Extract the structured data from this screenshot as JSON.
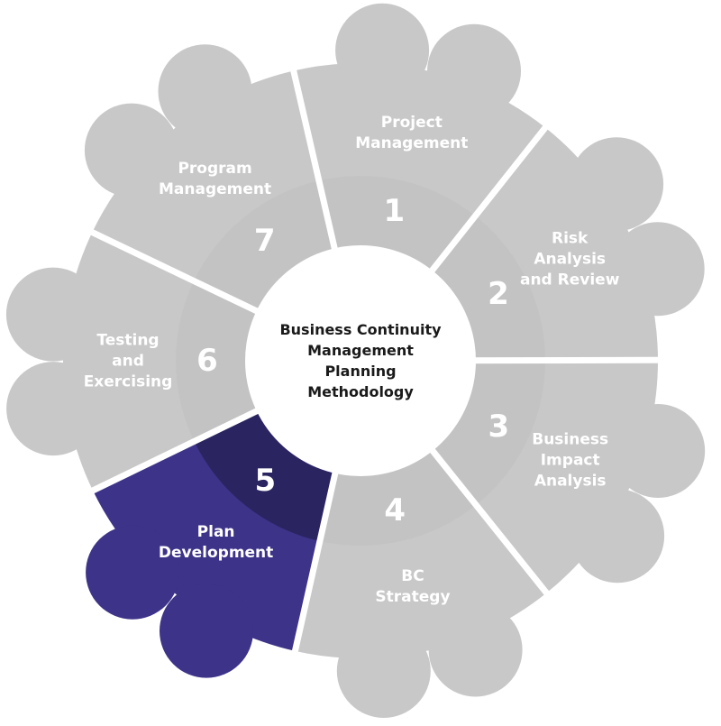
{
  "title": "Business Continuity\nManagement\nPlanning\nMethodology",
  "colors": {
    "segment": "#c8c8c8",
    "segment_inner": "#c3c3c3",
    "highlight": "#3d3389",
    "highlight_inner": "#2a2460",
    "divider": "#ffffff",
    "center": "#ffffff"
  },
  "segments": [
    {
      "number": "1",
      "label": "Project\nManagement",
      "highlighted": false
    },
    {
      "number": "2",
      "label": "Risk\nAnalysis\nand Review",
      "highlighted": false
    },
    {
      "number": "3",
      "label": "Business\nImpact\nAnalysis",
      "highlighted": false
    },
    {
      "number": "4",
      "label": "BC\nStrategy",
      "highlighted": false
    },
    {
      "number": "5",
      "label": "Plan\nDevelopment",
      "highlighted": true
    },
    {
      "number": "6",
      "label": "Testing\nand\nExercising",
      "highlighted": false
    },
    {
      "number": "7",
      "label": "Program\nManagement",
      "highlighted": false
    }
  ]
}
